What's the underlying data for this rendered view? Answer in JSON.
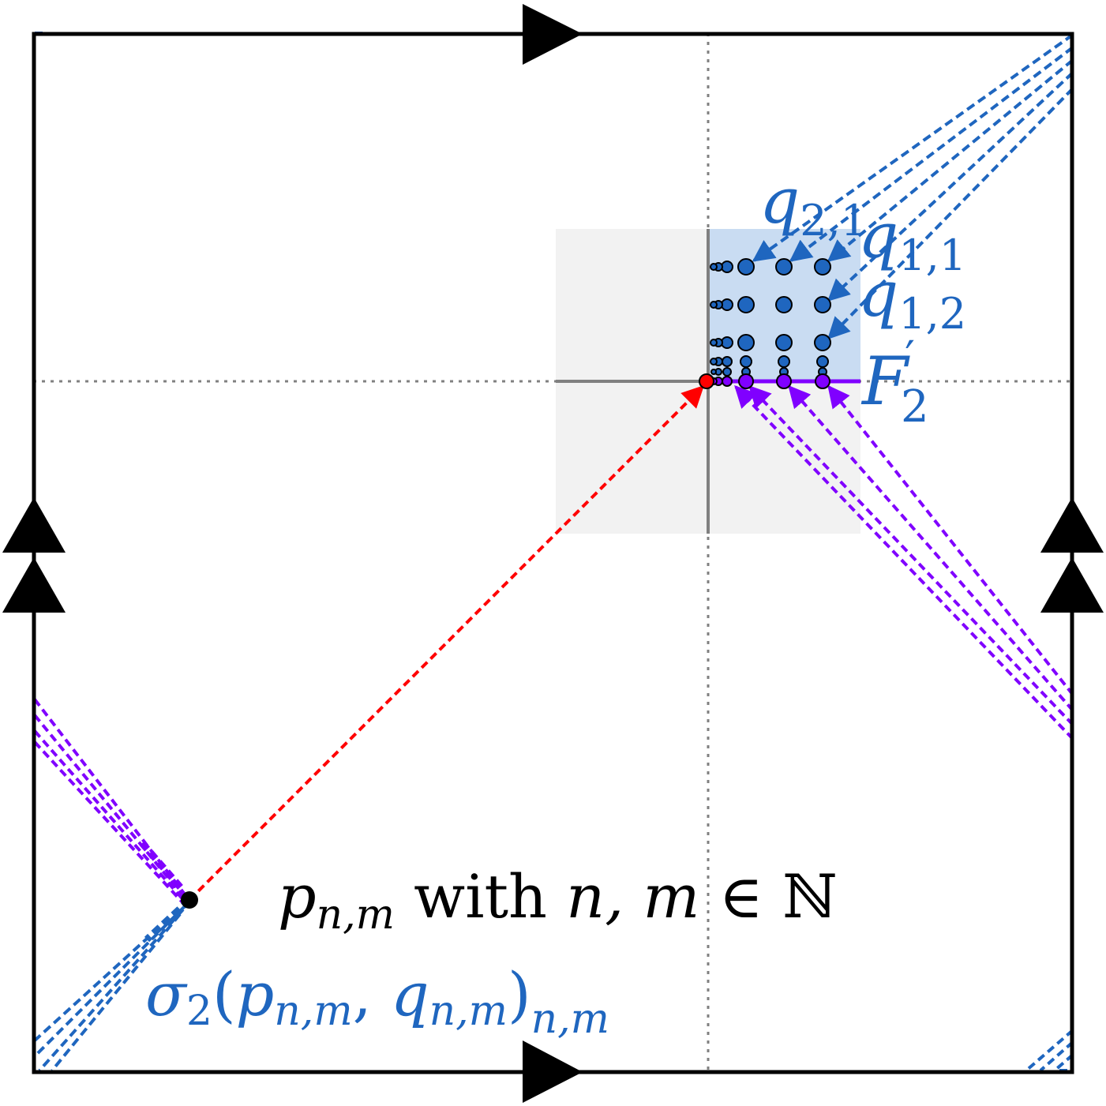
{
  "colors": {
    "frame": "#000000",
    "blue": "#1f66bf",
    "purple": "#8000ff",
    "red": "#ff0000",
    "gray": "#808080",
    "shade_gray": "#f2f2f2",
    "shade_blue": "#c9dcf2"
  },
  "labels": {
    "q21": {
      "base": "q",
      "sub": "2,1"
    },
    "q11": {
      "base": "q",
      "sub": "1,1"
    },
    "q12": {
      "base": "q",
      "sub": "1,2"
    },
    "F2p": {
      "base": "F",
      "sub": "2",
      "sup": "′"
    },
    "pnm": {
      "base": "p",
      "sub": "n,m",
      "word": " with ",
      "vars": "n, m",
      "in": " ∈ ",
      "set": "ℕ"
    },
    "sigma": {
      "base": "σ",
      "sub": "2",
      "open": "(",
      "p": "p",
      "psub": "n,m",
      "comma": ", ",
      "q": "q",
      "qsub": "n,m",
      "close": ")",
      "outer_sub": "n,m"
    }
  },
  "icons": {
    "edge_arrow": "triangle-arrow-icon",
    "point": "dot-icon"
  }
}
